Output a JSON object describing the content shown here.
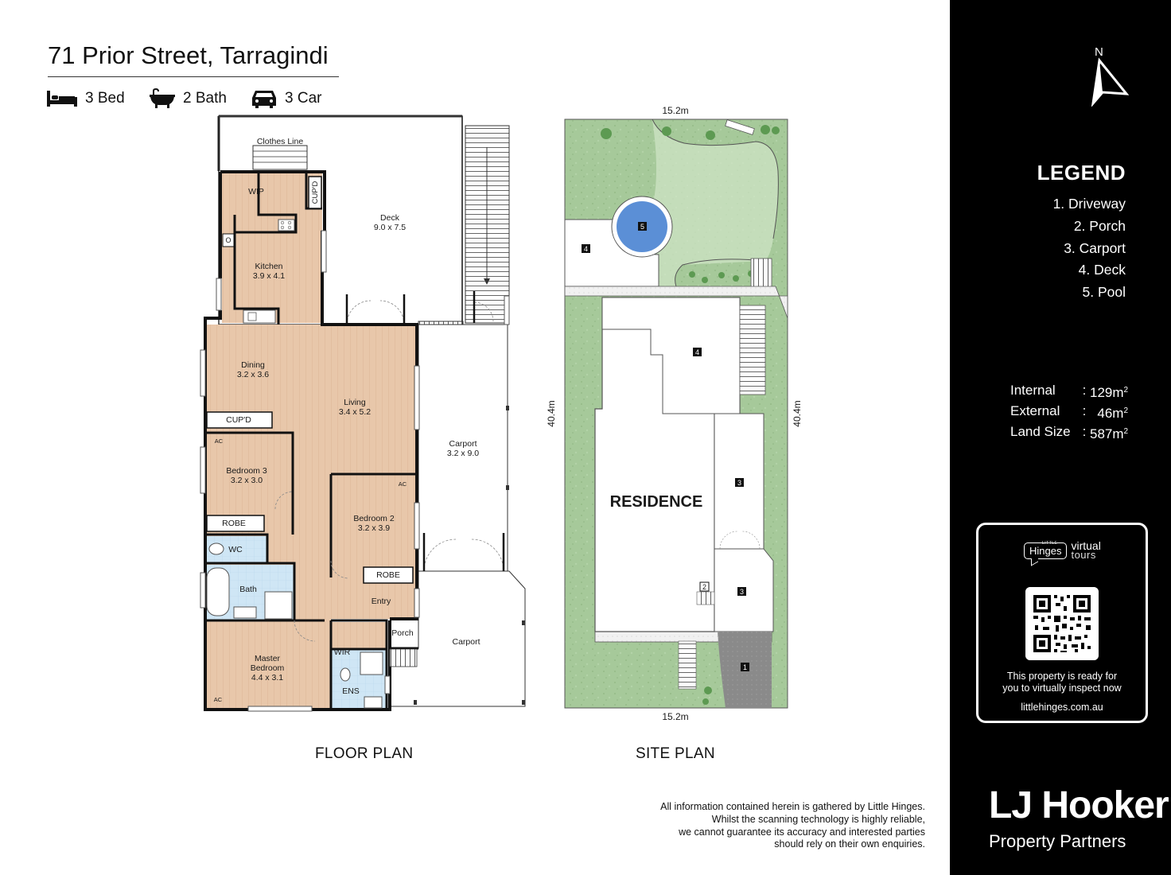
{
  "header": {
    "address": "71 Prior Street, Tarragindi",
    "features": [
      {
        "icon": "bed-icon",
        "label": "3 Bed"
      },
      {
        "icon": "bath-icon",
        "label": "2 Bath"
      },
      {
        "icon": "car-icon",
        "label": "3 Car"
      }
    ]
  },
  "floor_plan": {
    "caption": "FLOOR PLAN",
    "rooms": [
      {
        "name": "Clothes Line"
      },
      {
        "name": "WIP"
      },
      {
        "name": "CUP'D"
      },
      {
        "name": "Deck",
        "size": "9.0 x 7.5"
      },
      {
        "name": "Kitchen",
        "size": "3.9 x 4.1"
      },
      {
        "name": "Dining",
        "size": "3.2 x 3.6"
      },
      {
        "name": "Living",
        "size": "3.4 x 5.2"
      },
      {
        "name": "CUP'D"
      },
      {
        "name": "Carport",
        "size": "3.2 x 9.0"
      },
      {
        "name": "Bedroom 3",
        "size": "3.2 x 3.0"
      },
      {
        "name": "Bedroom 2",
        "size": "3.2 x 3.9"
      },
      {
        "name": "ROBE"
      },
      {
        "name": "WC"
      },
      {
        "name": "ROBE"
      },
      {
        "name": "Bath"
      },
      {
        "name": "Entry"
      },
      {
        "name": "Porch"
      },
      {
        "name": "Carport"
      },
      {
        "name": "Master Bedroom",
        "size": "4.4 x 3.1"
      },
      {
        "name": "WIR"
      },
      {
        "name": "ENS"
      }
    ],
    "ac_label": "AC",
    "oven_label": "O"
  },
  "site_plan": {
    "caption": "SITE PLAN",
    "width_top": "15.2m",
    "width_bottom": "15.2m",
    "depth_left": "40.4m",
    "depth_right": "40.4m",
    "residence_label": "RESIDENCE",
    "markers": [
      "1",
      "2",
      "3",
      "3",
      "4",
      "4",
      "5"
    ]
  },
  "sidebar": {
    "north_label": "N",
    "legend_title": "LEGEND",
    "legend": [
      "1. Driveway",
      "2. Porch",
      "3. Carport",
      "4. Deck",
      "5. Pool"
    ],
    "areas": [
      {
        "label": "Internal",
        "sep": ":",
        "value": "129m",
        "unit": "2"
      },
      {
        "label": "External",
        "sep": ":",
        "value": "46m",
        "unit": "2"
      },
      {
        "label": "Land Size",
        "sep": ":",
        "value": "587m",
        "unit": "2"
      }
    ],
    "virtual_tour": {
      "badge": "Hinges",
      "badge_small": "LITTLE",
      "word1": "virtual",
      "word2": "tours",
      "text1": "This property is ready for",
      "text2": "you to virtually inspect now",
      "url": "littlehinges.com.au"
    },
    "brand_name": "LJ Hooker",
    "brand_sub": "Property Partners"
  },
  "disclaimer": [
    "All information contained herein is gathered by Little Hinges.",
    "Whilst the scanning technology is highly reliable,",
    "we cannot guarantee its accuracy and interested parties",
    "should rely on their own enquiries."
  ],
  "colors": {
    "floor_wood": "#e8c7aa",
    "wet_area": "#cfe6f5",
    "lawn": "#a6c99a",
    "pool": "#5b8fd6",
    "driveway": "#8a8a8a",
    "sidebar": "#000000"
  }
}
